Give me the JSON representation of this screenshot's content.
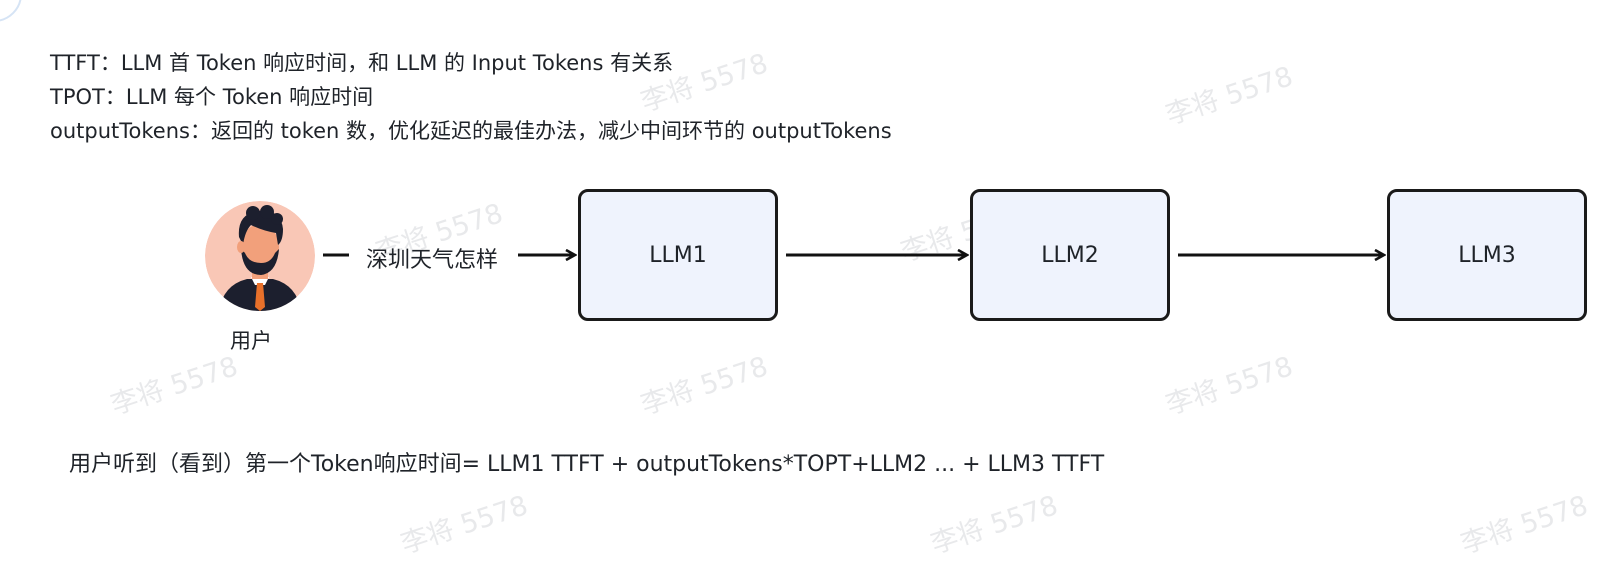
{
  "notes": [
    "TTFT：LLM 首 Token 响应时间，和 LLM 的 Input Tokens 有关系",
    "TPOT：LLM 每个 Token 响应时间",
    "outputTokens：返回的 token 数，优化延迟的最佳办法，减少中间环节的 outputTokens"
  ],
  "user": {
    "label": "用户",
    "icon": "user-avatar-icon"
  },
  "query": "深圳天气怎样",
  "nodes": [
    "LLM1",
    "LLM2",
    "LLM3"
  ],
  "formula": "用户听到（看到）第一个Token响应时间= LLM1 TTFT + outputTokens*TOPT+LLM2 ... + LLM3 TTFT",
  "watermark": "李将 5578",
  "colors": {
    "node_fill": "#eff3fd",
    "node_border": "#1a1a1a",
    "avatar_bg": "#f9c7b6",
    "skin": "#f2a07b",
    "hair": "#1c1f2e",
    "tie": "#e8702a"
  }
}
